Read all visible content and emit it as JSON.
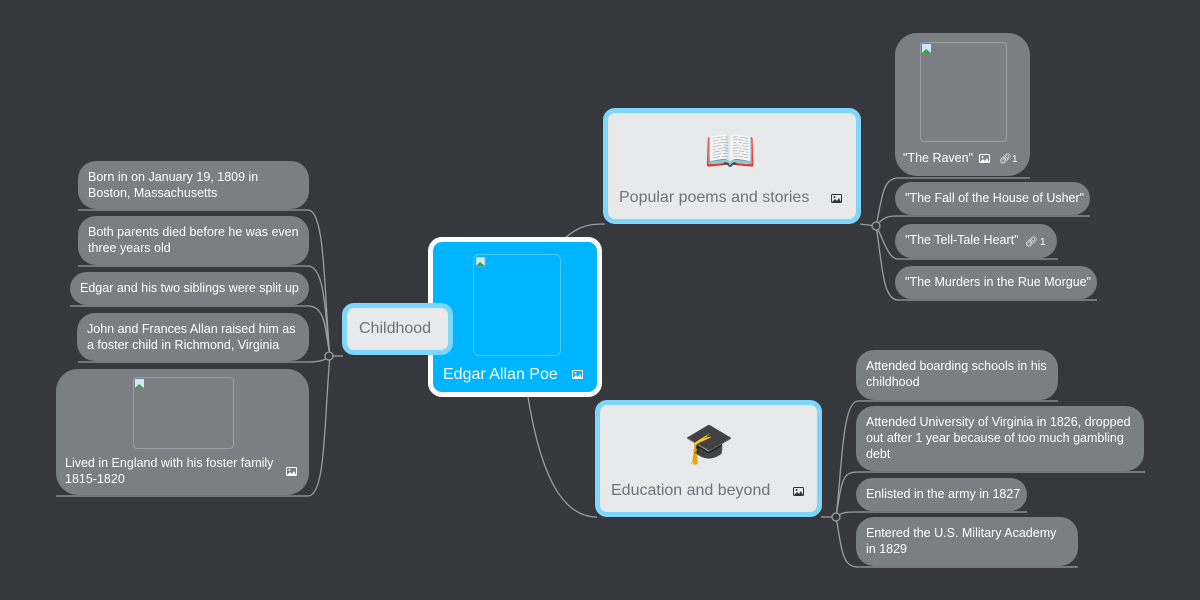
{
  "root": {
    "title": "Edgar Allan Poe",
    "icon": "image-icon",
    "color": "#00b5ff"
  },
  "topics": {
    "popular": {
      "label": "Popular poems and stories",
      "emoji": "📖",
      "children": [
        {
          "label": "\"The Raven\"",
          "has_image": true,
          "links": "1"
        },
        {
          "label": "\"The Fall of the House of Usher\""
        },
        {
          "label": "\"The Tell-Tale Heart\"",
          "links": "1"
        },
        {
          "label": "\"The Murders in the Rue Morgue\""
        }
      ]
    },
    "education": {
      "label": "Education and beyond",
      "emoji": "🎓",
      "children": [
        {
          "label": "Attended boarding schools in his childhood"
        },
        {
          "label": "Attended University of Virginia in 1826, dropped out after 1 year because of too much gambling debt"
        },
        {
          "label": "Enlisted in the army in 1827"
        },
        {
          "label": "Entered the U.S. Military Academy in 1829"
        }
      ]
    },
    "childhood": {
      "label": "Childhood",
      "children": [
        {
          "label": "Born in on January 19, 1809 in Boston, Massachusetts"
        },
        {
          "label": "Both parents died before he was even three years old"
        },
        {
          "label": "Edgar and his two siblings were split up"
        },
        {
          "label": "John and Frances Allan raised him as a foster child in Richmond, Virginia"
        },
        {
          "label": "Lived in England with his foster family 1815-1820",
          "has_image": true
        }
      ]
    }
  },
  "colors": {
    "background": "#36383d",
    "root": "#00b5ff",
    "topic_border": "#7fd6fb",
    "topic_fill": "#e8e9eb",
    "subtopic_fill": "#7b7e83",
    "connector": "#9a9da1"
  }
}
